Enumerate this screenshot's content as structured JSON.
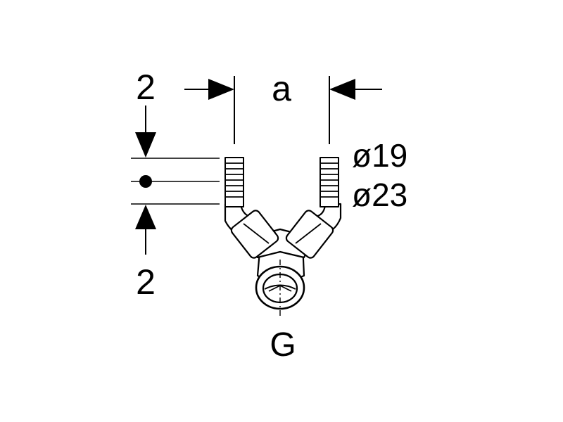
{
  "diagram": {
    "labels": {
      "top_offset": "2",
      "spacing": "a",
      "inner_diameter": "ø19",
      "outer_diameter": "ø23",
      "bottom_offset": "2",
      "connection": "G"
    },
    "colors": {
      "ink": "#000000",
      "fill": "#ffffff"
    }
  }
}
